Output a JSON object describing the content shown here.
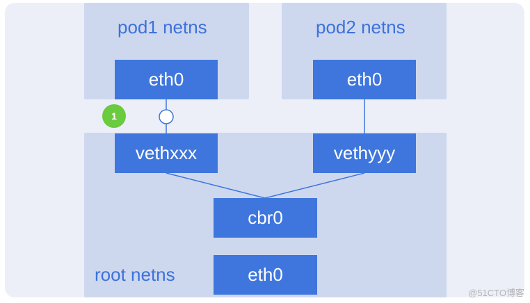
{
  "pods": [
    {
      "label": "pod1 netns",
      "interface": "eth0"
    },
    {
      "label": "pod2 netns",
      "interface": "eth0"
    }
  ],
  "root": {
    "label": "root netns",
    "veths": [
      "vethxxx",
      "vethyyy"
    ],
    "bridge": "cbr0",
    "interface": "eth0"
  },
  "badge": "1",
  "watermark": "@51CTO博客",
  "colors": {
    "background": "#eceff7",
    "panel": "#cdd8ef",
    "box": "#3e76dd",
    "label": "#3d71dc",
    "badge": "#69cb3d",
    "wire": "#3e76dd"
  }
}
